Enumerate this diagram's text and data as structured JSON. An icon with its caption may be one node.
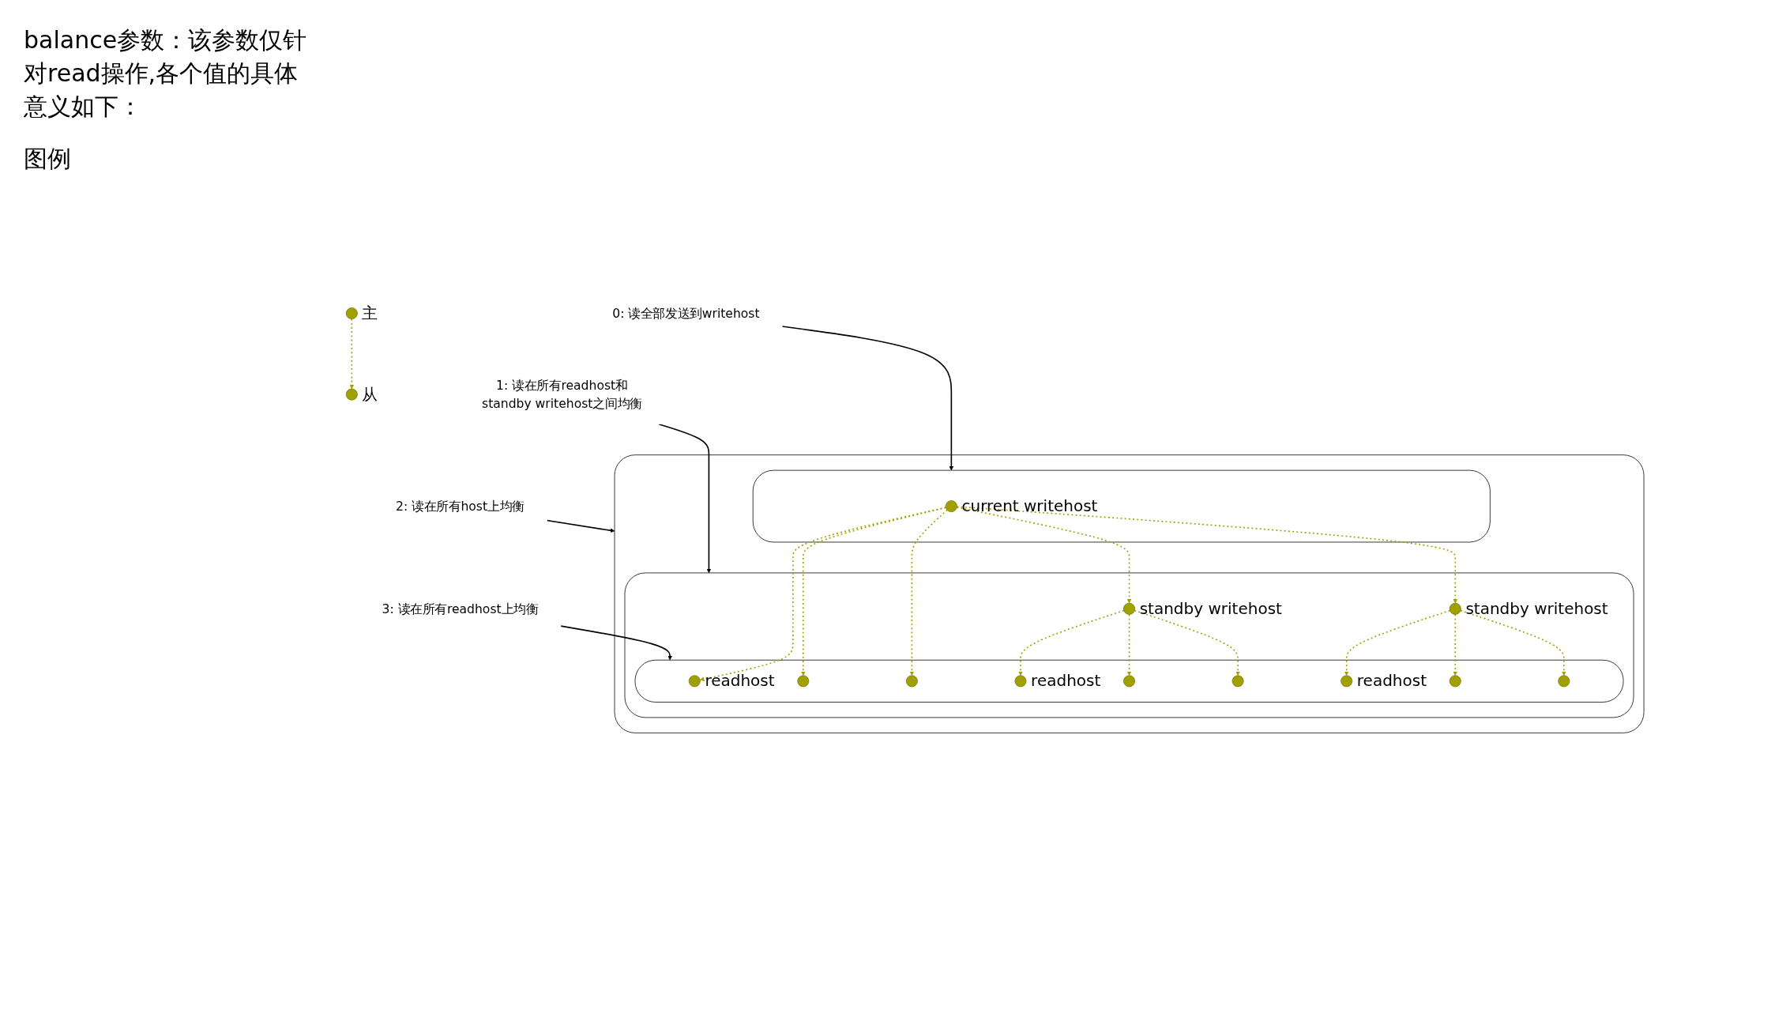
{
  "diagram": {
    "nodes": [
      {
        "text": [],
        "shape": "circle",
        "beside": [
          "主"
        ]
      },
      {
        "text": [],
        "shape": "circle",
        "beside": [
          "从"
        ]
      },
      {
        "text": [
          "0: 读全部发送到writehost"
        ]
      },
      {
        "text": [
          "1: 读在所有readhost和standby writehost之间均衡"
        ]
      },
      {
        "text": [
          "2: 读在所有host上均衡"
        ]
      },
      {
        "text": [
          "3: 读在所有readhost上均衡"
        ]
      },
      {
        "text": [],
        "shape": "cloud"
      },
      {
        "text": [],
        "shape": "cloud",
        "in": 6
      },
      {
        "text": [],
        "shape": "circle",
        "in": 7,
        "beside": [
          "current writehost"
        ]
      },
      {
        "text": [],
        "shape": "cloud",
        "in": 6
      },
      {
        "text": [],
        "shape": "cloud",
        "in": 9
      },
      {
        "text": [],
        "shape": "circle",
        "in": 10,
        "beside": [
          "readhost"
        ]
      },
      {
        "text": [],
        "shape": "circle",
        "in": 10
      },
      {
        "text": [],
        "shape": "circle",
        "in": 10
      },
      {
        "text": [],
        "shape": "circle",
        "in": 9,
        "beside": [
          "standby writehost"
        ]
      },
      {
        "text": [],
        "shape": "circle",
        "in": 9,
        "beside": [
          "standby writehost"
        ]
      },
      {
        "text": [],
        "shape": "circle",
        "in": 10,
        "beside": [
          "readhost"
        ]
      },
      {
        "text": [],
        "shape": "circle",
        "in": 10
      },
      {
        "text": [],
        "shape": "circle",
        "in": 10
      },
      {
        "text": [],
        "shape": "circle",
        "in": 10,
        "beside": [
          "readhost"
        ]
      },
      {
        "text": [],
        "shape": "circle",
        "in": 10
      },
      {
        "text": [],
        "shape": "circle",
        "in": 10
      }
    ],
    "edges": [
      {
        "from": 0,
        "to": 1,
        "arrow": "to",
        "style": "dashed"
      },
      {
        "from": 2,
        "to": 7,
        "arrow": "to",
        "color": "#000000"
      },
      {
        "from": 3,
        "to": 9,
        "arrow": "to",
        "color": "#000000"
      },
      {
        "from": 4,
        "to": 6,
        "arrow": "to",
        "color": "#000000"
      },
      {
        "from": 5,
        "to": 10,
        "arrow": "to",
        "color": "#000000"
      },
      {
        "from": 8,
        "to": 11,
        "arrow": "to",
        "style": "dashed"
      },
      {
        "from": 8,
        "to": 12,
        "arrow": "to",
        "style": "dashed"
      },
      {
        "from": 8,
        "to": 13,
        "arrow": "to",
        "style": "dashed"
      },
      {
        "from": 8,
        "to": 14,
        "arrow": "to",
        "style": "dashed"
      },
      {
        "from": 8,
        "to": 15,
        "arrow": "to",
        "style": "dashed"
      },
      {
        "from": 14,
        "to": 16,
        "arrow": "to",
        "style": "dashed"
      },
      {
        "from": 14,
        "to": 17,
        "arrow": "to",
        "style": "dashed"
      },
      {
        "from": 14,
        "to": 18,
        "arrow": "to",
        "style": "dashed"
      },
      {
        "from": 15,
        "to": 19,
        "arrow": "to",
        "style": "dashed"
      },
      {
        "from": 15,
        "to": 20,
        "arrow": "to",
        "style": "dashed"
      },
      {
        "from": 15,
        "to": 21,
        "arrow": "to",
        "style": "dashed"
      }
    ],
    "labels": [
      "balance参数：该参数仅针对read操作,各个值的具体意义如下：",
      "图例"
    ]
  }
}
